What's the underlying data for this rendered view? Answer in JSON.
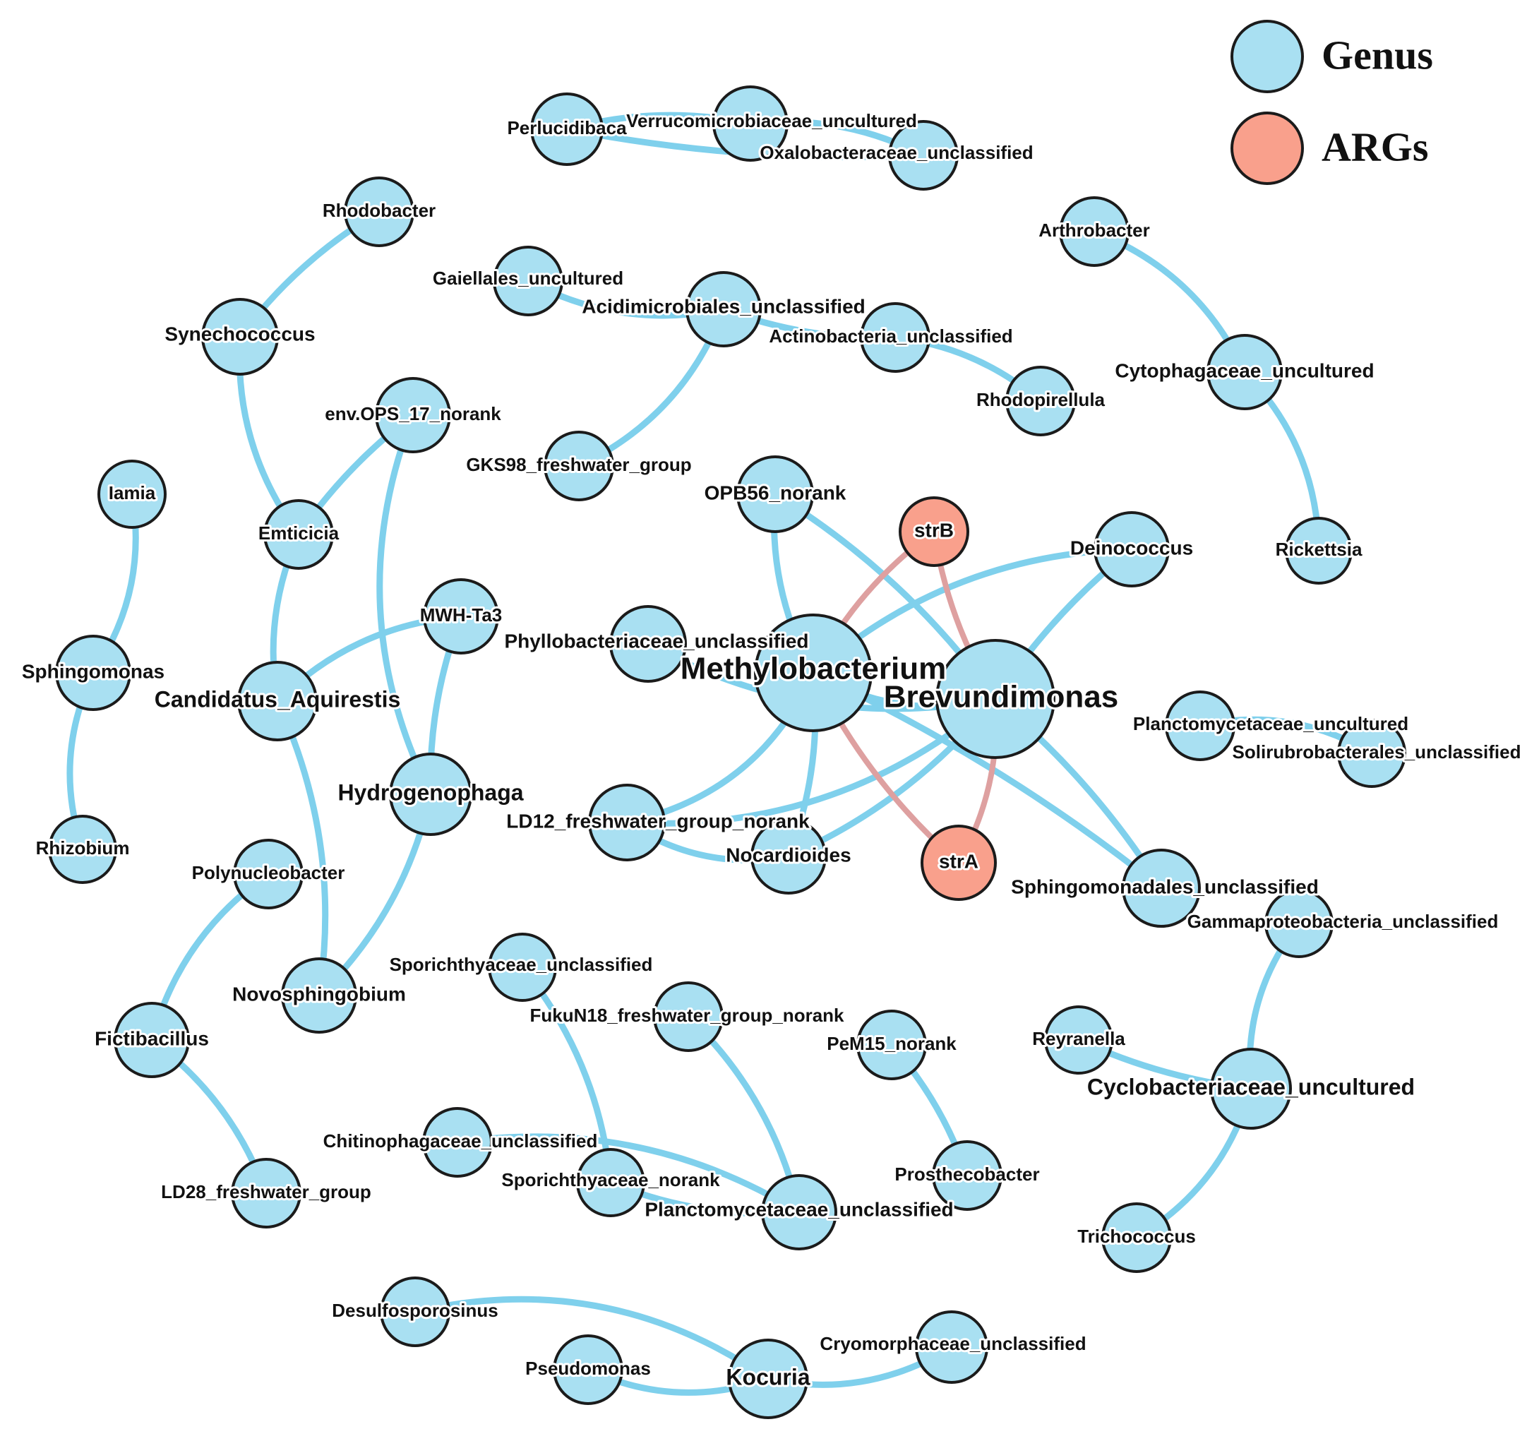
{
  "legend": [
    {
      "key": "genus",
      "label": "Genus",
      "color": "#a9e0f2"
    },
    {
      "key": "args",
      "label": "ARGs",
      "color": "#f9a08c"
    }
  ],
  "colors": {
    "node_stroke": "#1b1b1b",
    "genus_fill": "#a9e0f2",
    "arg_fill": "#f9a08c",
    "edge_genus": "#7fd0ec",
    "edge_arg": "#dea0a0"
  },
  "nodes": [
    {
      "id": "Perlucidibaca",
      "group": "genus"
    },
    {
      "id": "Verrucomicrobiaceae_uncultured",
      "group": "genus"
    },
    {
      "id": "Oxalobacteraceae_unclassified",
      "group": "genus"
    },
    {
      "id": "Rhodobacter",
      "group": "genus"
    },
    {
      "id": "Synechococcus",
      "group": "genus"
    },
    {
      "id": "Gaiellales_uncultured",
      "group": "genus"
    },
    {
      "id": "Acidimicrobiales_unclassified",
      "group": "genus"
    },
    {
      "id": "Actinobacteria_unclassified",
      "group": "genus"
    },
    {
      "id": "Rhodopirellula",
      "group": "genus"
    },
    {
      "id": "Arthrobacter",
      "group": "genus"
    },
    {
      "id": "Cytophagaceae_uncultured",
      "group": "genus"
    },
    {
      "id": "Rickettsia",
      "group": "genus"
    },
    {
      "id": "env.OPS_17_norank",
      "group": "genus"
    },
    {
      "id": "GKS98_freshwater_group",
      "group": "genus"
    },
    {
      "id": "OPB56_norank",
      "group": "genus"
    },
    {
      "id": "Iamia",
      "group": "genus"
    },
    {
      "id": "Emticicia",
      "group": "genus"
    },
    {
      "id": "strB",
      "group": "args"
    },
    {
      "id": "Deinococcus",
      "group": "genus"
    },
    {
      "id": "MWH-Ta3",
      "group": "genus"
    },
    {
      "id": "Phyllobacteriaceae_unclassified",
      "group": "genus"
    },
    {
      "id": "Sphingomonas",
      "group": "genus"
    },
    {
      "id": "Candidatus_Aquirestis",
      "group": "genus"
    },
    {
      "id": "Methylobacterium",
      "group": "genus"
    },
    {
      "id": "Brevundimonas",
      "group": "genus"
    },
    {
      "id": "Planctomycetaceae_uncultured",
      "group": "genus"
    },
    {
      "id": "Solirubrobacterales_unclassified",
      "group": "genus"
    },
    {
      "id": "Hydrogenophaga",
      "group": "genus"
    },
    {
      "id": "LD12_freshwater_group_norank",
      "group": "genus"
    },
    {
      "id": "Rhizobium",
      "group": "genus"
    },
    {
      "id": "Nocardioides",
      "group": "genus"
    },
    {
      "id": "strA",
      "group": "args"
    },
    {
      "id": "Polynucleobacter",
      "group": "genus"
    },
    {
      "id": "Sphingomonadales_unclassified",
      "group": "genus"
    },
    {
      "id": "Gammaproteobacteria_unclassified",
      "group": "genus"
    },
    {
      "id": "Sporichthyaceae_unclassified",
      "group": "genus"
    },
    {
      "id": "Novosphingobium",
      "group": "genus"
    },
    {
      "id": "FukuN18_freshwater_group_norank",
      "group": "genus"
    },
    {
      "id": "Fictibacillus",
      "group": "genus"
    },
    {
      "id": "PeM15_norank",
      "group": "genus"
    },
    {
      "id": "Reyranella",
      "group": "genus"
    },
    {
      "id": "Cyclobacteriaceae_uncultured",
      "group": "genus"
    },
    {
      "id": "Chitinophagaceae_unclassified",
      "group": "genus"
    },
    {
      "id": "Sporichthyaceae_norank",
      "group": "genus"
    },
    {
      "id": "Prosthecobacter",
      "group": "genus"
    },
    {
      "id": "LD28_freshwater_group",
      "group": "genus"
    },
    {
      "id": "Planctomycetaceae_unclassified",
      "group": "genus"
    },
    {
      "id": "Trichococcus",
      "group": "genus"
    },
    {
      "id": "Desulfosporosinus",
      "group": "genus"
    },
    {
      "id": "Cryomorphaceae_unclassified",
      "group": "genus"
    },
    {
      "id": "Pseudomonas",
      "group": "genus"
    },
    {
      "id": "Kocuria",
      "group": "genus"
    }
  ],
  "edges": [
    {
      "source": "Perlucidibaca",
      "target": "Verrucomicrobiaceae_uncultured"
    },
    {
      "source": "Perlucidibaca",
      "target": "Oxalobacteraceae_unclassified"
    },
    {
      "source": "Verrucomicrobiaceae_uncultured",
      "target": "Oxalobacteraceae_unclassified"
    },
    {
      "source": "Rhodobacter",
      "target": "Synechococcus"
    },
    {
      "source": "Synechococcus",
      "target": "Emticicia"
    },
    {
      "source": "Gaiellales_uncultured",
      "target": "Acidimicrobiales_unclassified"
    },
    {
      "source": "Acidimicrobiales_unclassified",
      "target": "Actinobacteria_unclassified"
    },
    {
      "source": "Acidimicrobiales_unclassified",
      "target": "GKS98_freshwater_group"
    },
    {
      "source": "Actinobacteria_unclassified",
      "target": "Rhodopirellula"
    },
    {
      "source": "Arthrobacter",
      "target": "Cytophagaceae_uncultured"
    },
    {
      "source": "Cytophagaceae_uncultured",
      "target": "Rickettsia"
    },
    {
      "source": "env.OPS_17_norank",
      "target": "Emticicia"
    },
    {
      "source": "env.OPS_17_norank",
      "target": "Hydrogenophaga"
    },
    {
      "source": "Iamia",
      "target": "Sphingomonas"
    },
    {
      "source": "Sphingomonas",
      "target": "Rhizobium"
    },
    {
      "source": "Emticicia",
      "target": "Candidatus_Aquirestis"
    },
    {
      "source": "MWH-Ta3",
      "target": "Candidatus_Aquirestis"
    },
    {
      "source": "MWH-Ta3",
      "target": "Hydrogenophaga"
    },
    {
      "source": "Candidatus_Aquirestis",
      "target": "Novosphingobium"
    },
    {
      "source": "Hydrogenophaga",
      "target": "Novosphingobium"
    },
    {
      "source": "Polynucleobacter",
      "target": "Fictibacillus"
    },
    {
      "source": "Fictibacillus",
      "target": "LD28_freshwater_group"
    },
    {
      "source": "OPB56_norank",
      "target": "Methylobacterium"
    },
    {
      "source": "OPB56_norank",
      "target": "Brevundimonas"
    },
    {
      "source": "Phyllobacteriaceae_unclassified",
      "target": "Brevundimonas"
    },
    {
      "source": "Methylobacterium",
      "target": "Brevundimonas"
    },
    {
      "source": "Methylobacterium",
      "target": "LD12_freshwater_group_norank"
    },
    {
      "source": "Methylobacterium",
      "target": "Nocardioides"
    },
    {
      "source": "Deinococcus",
      "target": "Brevundimonas"
    },
    {
      "source": "Deinococcus",
      "target": "Methylobacterium"
    },
    {
      "source": "Brevundimonas",
      "target": "LD12_freshwater_group_norank"
    },
    {
      "source": "Brevundimonas",
      "target": "Nocardioides"
    },
    {
      "source": "Brevundimonas",
      "target": "Sphingomonadales_unclassified"
    },
    {
      "source": "Methylobacterium",
      "target": "Sphingomonadales_unclassified"
    },
    {
      "source": "LD12_freshwater_group_norank",
      "target": "Nocardioides"
    },
    {
      "source": "Planctomycetaceae_uncultured",
      "target": "Solirubrobacterales_unclassified"
    },
    {
      "source": "Gammaproteobacteria_unclassified",
      "target": "Cyclobacteriaceae_uncultured"
    },
    {
      "source": "Reyranella",
      "target": "Cyclobacteriaceae_uncultured"
    },
    {
      "source": "Cyclobacteriaceae_uncultured",
      "target": "Trichococcus"
    },
    {
      "source": "Sporichthyaceae_unclassified",
      "target": "Sporichthyaceae_norank"
    },
    {
      "source": "FukuN18_freshwater_group_norank",
      "target": "Planctomycetaceae_unclassified"
    },
    {
      "source": "Chitinophagaceae_unclassified",
      "target": "Planctomycetaceae_unclassified"
    },
    {
      "source": "Sporichthyaceae_norank",
      "target": "Planctomycetaceae_unclassified"
    },
    {
      "source": "PeM15_norank",
      "target": "Prosthecobacter"
    },
    {
      "source": "Desulfosporosinus",
      "target": "Kocuria"
    },
    {
      "source": "Pseudomonas",
      "target": "Kocuria"
    },
    {
      "source": "Kocuria",
      "target": "Cryomorphaceae_unclassified"
    },
    {
      "source": "strB",
      "target": "Methylobacterium",
      "kind": "arg"
    },
    {
      "source": "strB",
      "target": "Brevundimonas",
      "kind": "arg"
    },
    {
      "source": "strA",
      "target": "Methylobacterium",
      "kind": "arg"
    },
    {
      "source": "strA",
      "target": "Brevundimonas",
      "kind": "arg"
    }
  ]
}
